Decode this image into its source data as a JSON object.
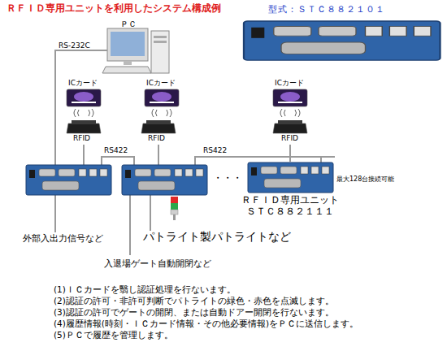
{
  "diagram": {
    "title": "ＲＦＩＤ専用ユニットを利用したシステム構成例",
    "nodes": [
      {
        "text": [
          "ＰＣ"
        ]
      },
      {
        "text": [
          "ICカード"
        ]
      },
      {
        "text": [
          "RFID"
        ]
      },
      {
        "text": [
          "ICカード"
        ]
      },
      {
        "text": [
          "RFID"
        ]
      },
      {
        "text": [
          "ICカード"
        ]
      },
      {
        "text": [
          "RFID"
        ]
      },
      {
        "text": [
          "ＲＦＩＤ専用ユニット ＳＴＣ８８２１１１"
        ]
      }
    ],
    "edges": [
      {
        "from": 6,
        "to": 7,
        "arrow": "none"
      }
    ],
    "labels": [
      "型式：ＳＴＣ８８２１０１",
      "RS-232C",
      "RS422",
      "RS422",
      "・・・",
      "最大128台接続可能",
      "外部入出力信号など",
      "パトライト製パトライトなど",
      "入退場ゲート自動開閉など",
      "(1)ＩＣカードを翳し認証処理を行ないます。",
      "(2)認証の許可・非許可判断でパトライトの緑色・赤色を点滅します。",
      "(3)認証の許可でゲートの開閉、または自動ドアー開閉を行ないます。",
      "(4)履歴情報(時刻・ＩＣカード情報・その他必要情報)をＰＣに送信します。",
      "(5)ＰＣで履歴を管理します。"
    ]
  }
}
